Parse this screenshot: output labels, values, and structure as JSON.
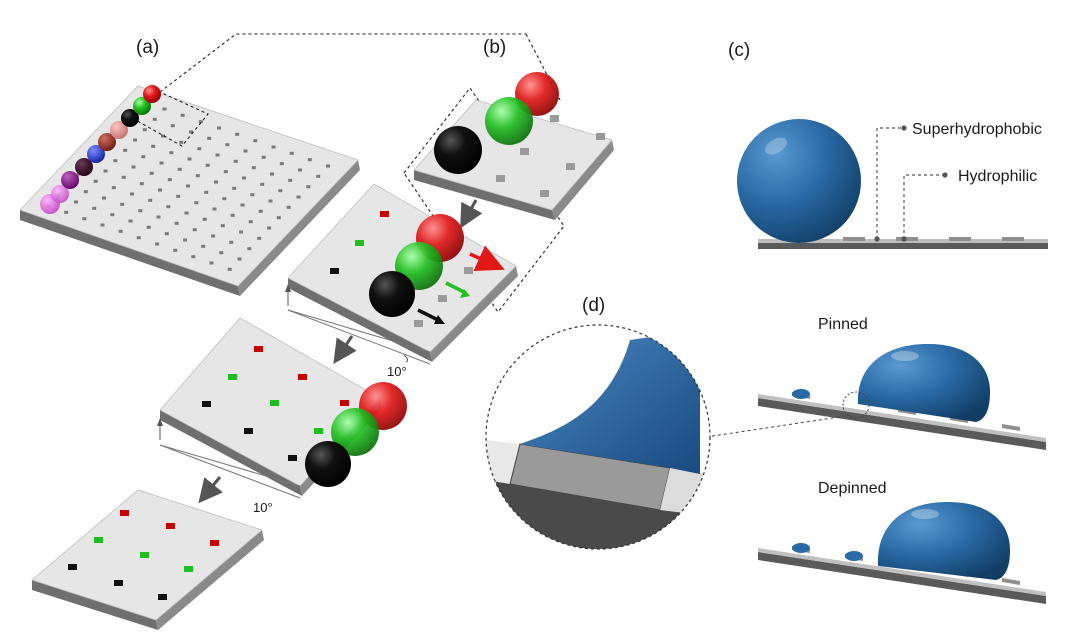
{
  "panels": {
    "a": "(a)",
    "b": "(b)",
    "c": "(c)",
    "d": "(d)"
  },
  "annotations": {
    "superhydrophobic": "Superhydrophobic",
    "hydrophilic": "Hydrophilic",
    "pinned": "Pinned",
    "depinned": "Depinned",
    "tilt_angle_1": "10°",
    "tilt_angle_2": "10°"
  },
  "colors": {
    "surface_top": "#e6e6e6",
    "surface_side": "#6f6f6f",
    "water_drop": "#2a6aa6",
    "drop_red": "#e01818",
    "drop_green": "#22c022",
    "drop_black": "#0a0a0a",
    "patch_red": "#c40000",
    "patch_green": "#1fbf1f",
    "patch_black": "#111111",
    "arrow_gray": "#555555"
  },
  "icons": {
    "arrow_red": "right-arrow-icon",
    "arrow_green": "right-arrow-icon",
    "arrow_black": "right-arrow-icon",
    "flow_arrow": "down-left-arrow-icon"
  }
}
